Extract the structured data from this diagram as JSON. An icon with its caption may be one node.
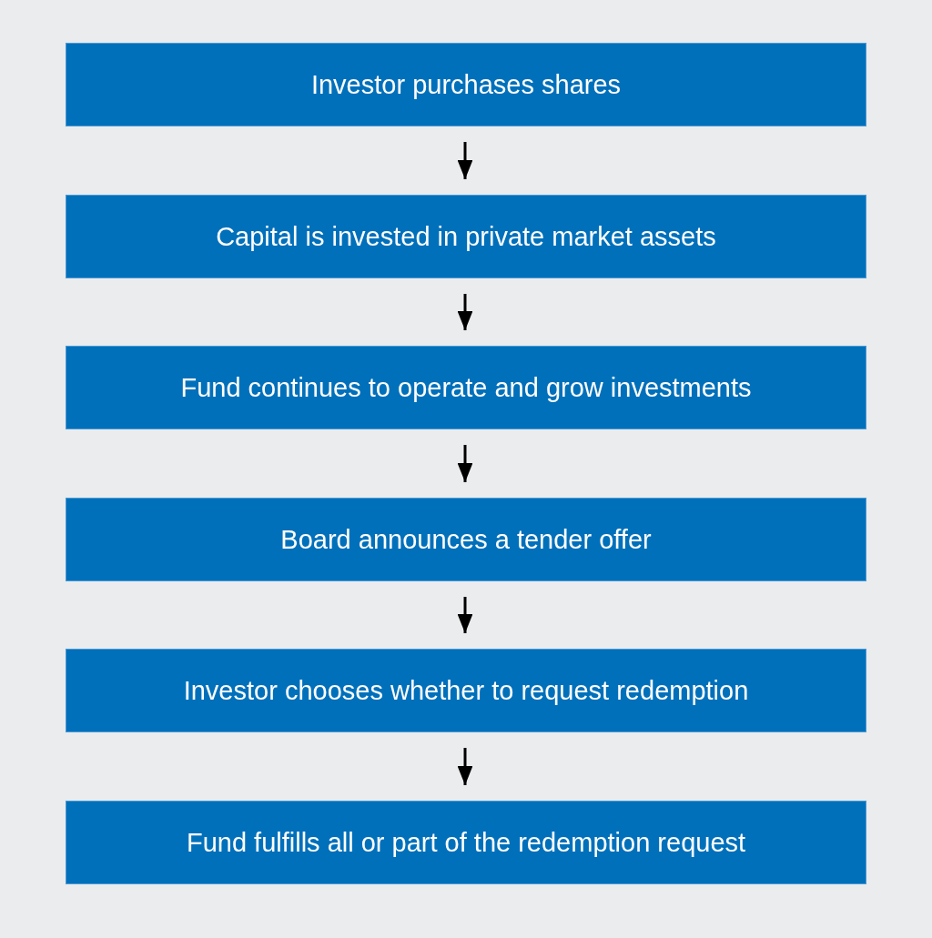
{
  "diagram": {
    "nodes": [
      {
        "text": [
          "Investor purchases shares"
        ]
      },
      {
        "text": [
          "Capital is invested in private market assets"
        ]
      },
      {
        "text": [
          "Fund continues to operate and grow investments"
        ]
      },
      {
        "text": [
          "Board announces a tender offer"
        ]
      },
      {
        "text": [
          "Investor chooses whether to request redemption"
        ]
      },
      {
        "text": [
          "Fund fulfills all or part of the redemption request"
        ]
      }
    ],
    "edges": [
      {
        "from": 0,
        "to": 1,
        "arrow": "to"
      },
      {
        "from": 1,
        "to": 2,
        "arrow": "to"
      },
      {
        "from": 2,
        "to": 3,
        "arrow": "to"
      },
      {
        "from": 3,
        "to": 4,
        "arrow": "to"
      },
      {
        "from": 4,
        "to": 5,
        "arrow": "to"
      }
    ]
  }
}
